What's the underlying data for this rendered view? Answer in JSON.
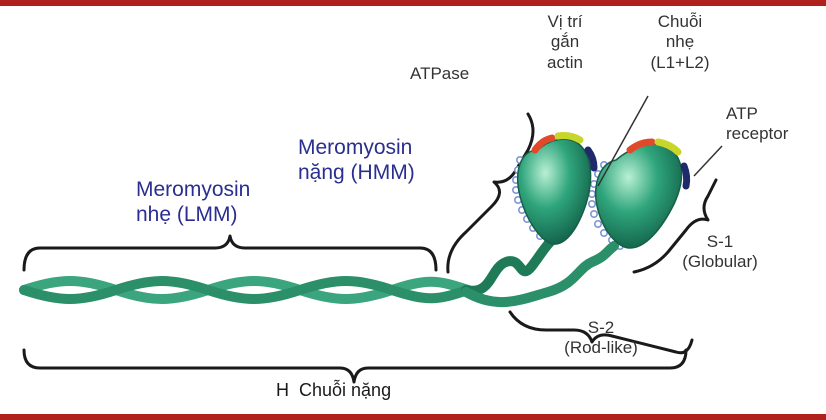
{
  "colors": {
    "accent_bar": "#b0201d",
    "label_blue": "#2a2f8f",
    "filament_green": "#2e9a72",
    "head_green": "#2aa079",
    "atpase_red": "#e04a2a",
    "actin_site_yellow": "#c8d62b",
    "atp_receptor_navy": "#1f2a6b",
    "light_chain_blue": "#8aa0d8"
  },
  "labels": {
    "lmm": [
      "Meromyosin",
      "nhẹ (LMM)"
    ],
    "hmm": [
      "Meromyosin",
      "nặng (HMM)"
    ],
    "atpase": "ATPase",
    "actin_site": [
      "Vị trí",
      "gắn",
      "actin"
    ],
    "light_chain": [
      "Chuỗi",
      "nhẹ",
      "(L1+L2)"
    ],
    "atp_receptor": [
      "ATP",
      "receptor"
    ],
    "s1": [
      "S-1",
      "(Globular)"
    ],
    "s2": [
      "S-2",
      "(Rod-like)"
    ],
    "heavy_chain": "H  Chuỗi nặng"
  }
}
